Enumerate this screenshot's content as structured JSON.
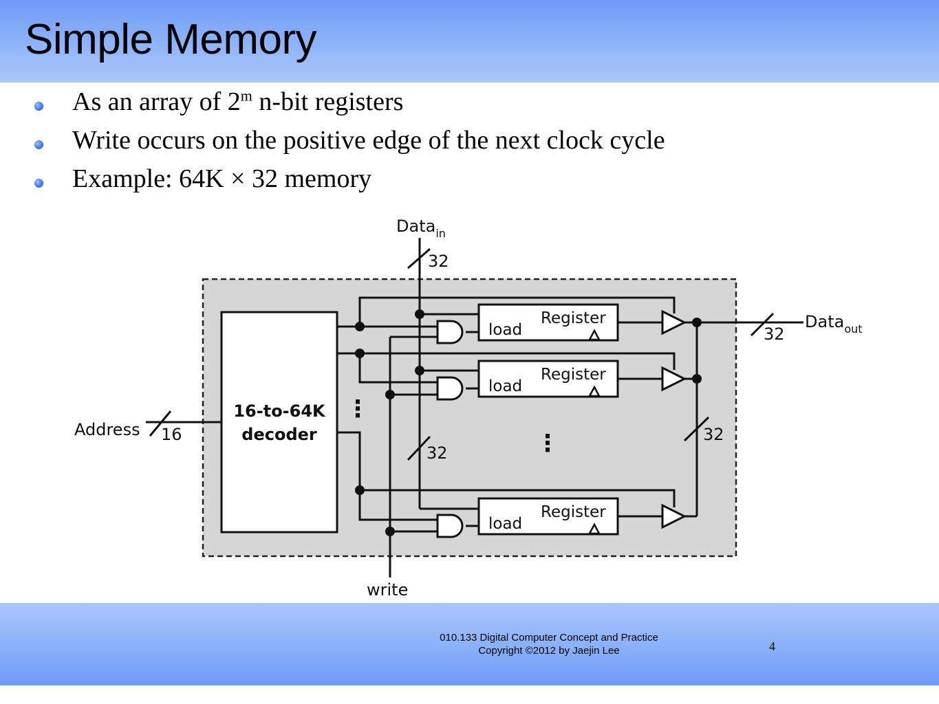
{
  "slide": {
    "title": "Simple Memory",
    "bullets": [
      {
        "text_before": "As an array of 2",
        "sup": "m",
        "text_after": " n-bit registers"
      },
      {
        "text_before": "Write occurs on the positive edge of the next clock cycle",
        "sup": "",
        "text_after": ""
      },
      {
        "text_before": "Example: 64K × 32 memory",
        "sup": "",
        "text_after": ""
      }
    ]
  },
  "diagram": {
    "data_in_label": "Data",
    "data_in_sub": "in",
    "data_out_label": "Data",
    "data_out_sub": "out",
    "address_label": "Address",
    "write_label": "write",
    "decoder_line1": "16-to-64K",
    "decoder_line2": "decoder",
    "load_label": "load",
    "register_label": "Register",
    "width_32": "32",
    "width_16": "16",
    "ellipsis": "⋮"
  },
  "footer": {
    "course": "010.133 Digital Computer Concept and Practice",
    "copyright": "Copyright ©2012 by Jaejin Lee",
    "page_number": "4"
  },
  "colors": {
    "header_gradient": "#6f9bf7",
    "diagram_background": "#d6d6d6",
    "bullet": "#3f7cf0"
  }
}
